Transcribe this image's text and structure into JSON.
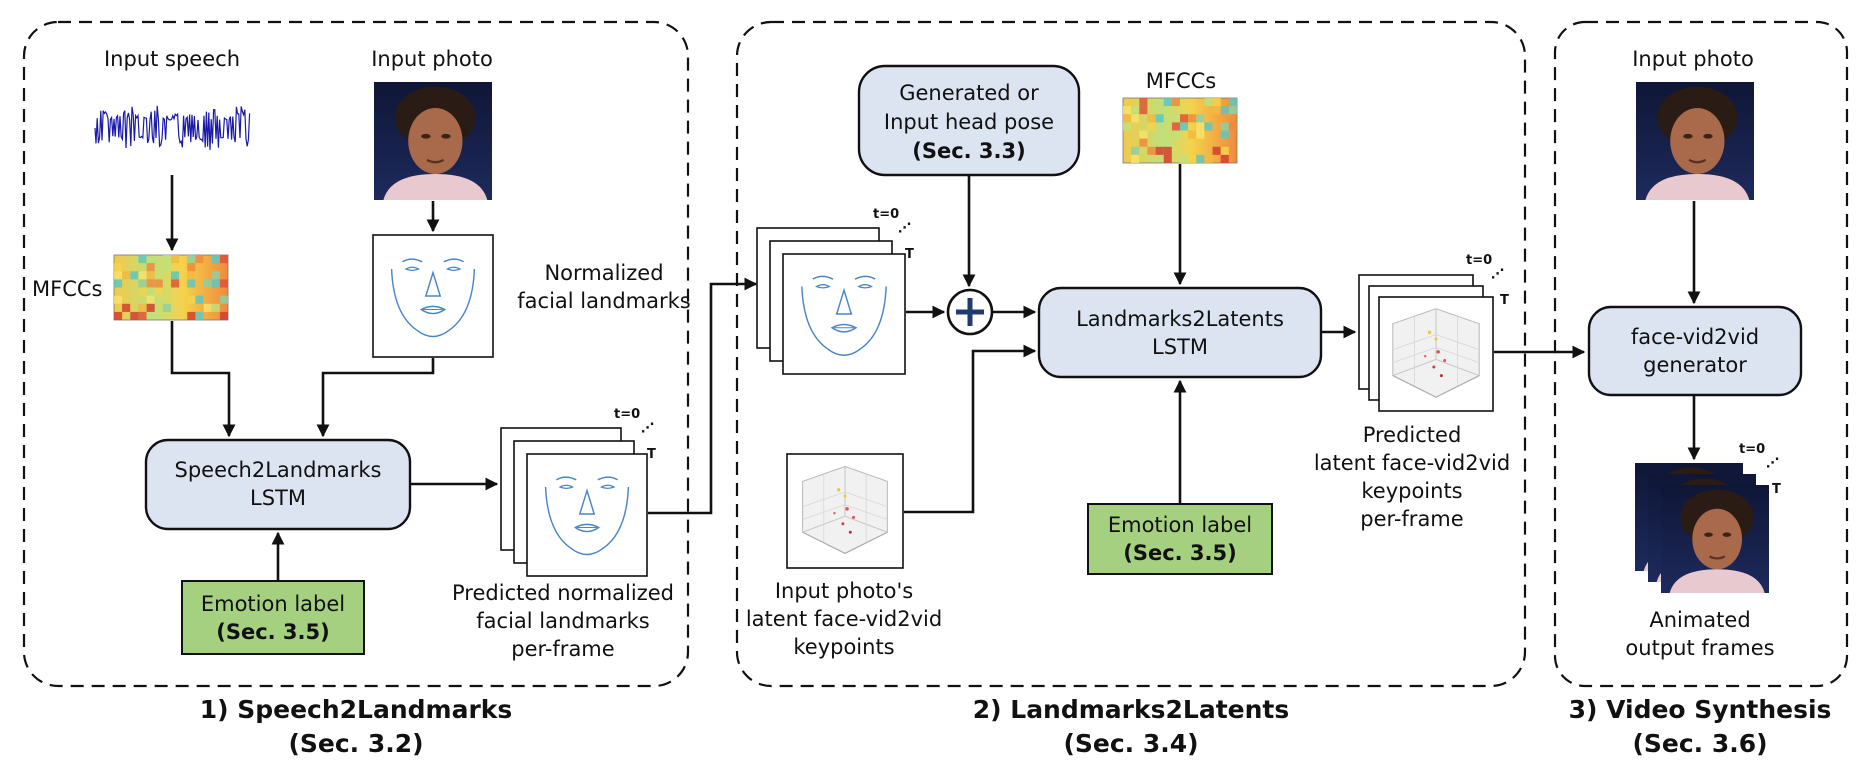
{
  "sections": [
    {
      "caption_line1": "1) Speech2Landmarks",
      "caption_line2": "(Sec. 3.2)"
    },
    {
      "caption_line1": "2) Landmarks2Latents",
      "caption_line2": "(Sec. 3.4)"
    },
    {
      "caption_line1": "3) Video Synthesis",
      "caption_line2": "(Sec. 3.6)"
    }
  ],
  "stage1": {
    "input_speech": "Input speech",
    "input_photo": "Input photo",
    "mfccs": "MFCCs",
    "normalized_landmarks": [
      "Normalized",
      "facial landmarks"
    ],
    "model": [
      "Speech2Landmarks",
      "LSTM"
    ],
    "emotion": [
      "Emotion label",
      "(Sec. 3.5)"
    ],
    "predicted": [
      "Predicted normalized",
      "facial landmarks",
      "per-frame"
    ],
    "t0": "t=0",
    "tT": "T"
  },
  "stage2": {
    "head_pose": [
      "Generated or",
      "Input head pose",
      "(Sec. 3.3)"
    ],
    "mfccs": "MFCCs",
    "model": [
      "Landmarks2Latents",
      "LSTM"
    ],
    "emotion": [
      "Emotion label",
      "(Sec. 3.5)"
    ],
    "photo_keypoints": [
      "Input photo's",
      "latent face-vid2vid",
      "keypoints"
    ],
    "predicted": [
      "Predicted",
      "latent face-vid2vid",
      "keypoints",
      "per-frame"
    ],
    "t0_in": "t=0",
    "tT_in": "T",
    "t0_out": "t=0",
    "tT_out": "T"
  },
  "stage3": {
    "input_photo": "Input photo",
    "generator": [
      "face-vid2vid",
      "generator"
    ],
    "output": [
      "Animated",
      "output frames"
    ],
    "t0": "t=0",
    "tT": "T"
  },
  "colors": {
    "node_blue": "#dce4f1",
    "node_green": "#a5d07f",
    "waveform": "#1a1aa8",
    "landmark_lines": "#4a86c5"
  }
}
